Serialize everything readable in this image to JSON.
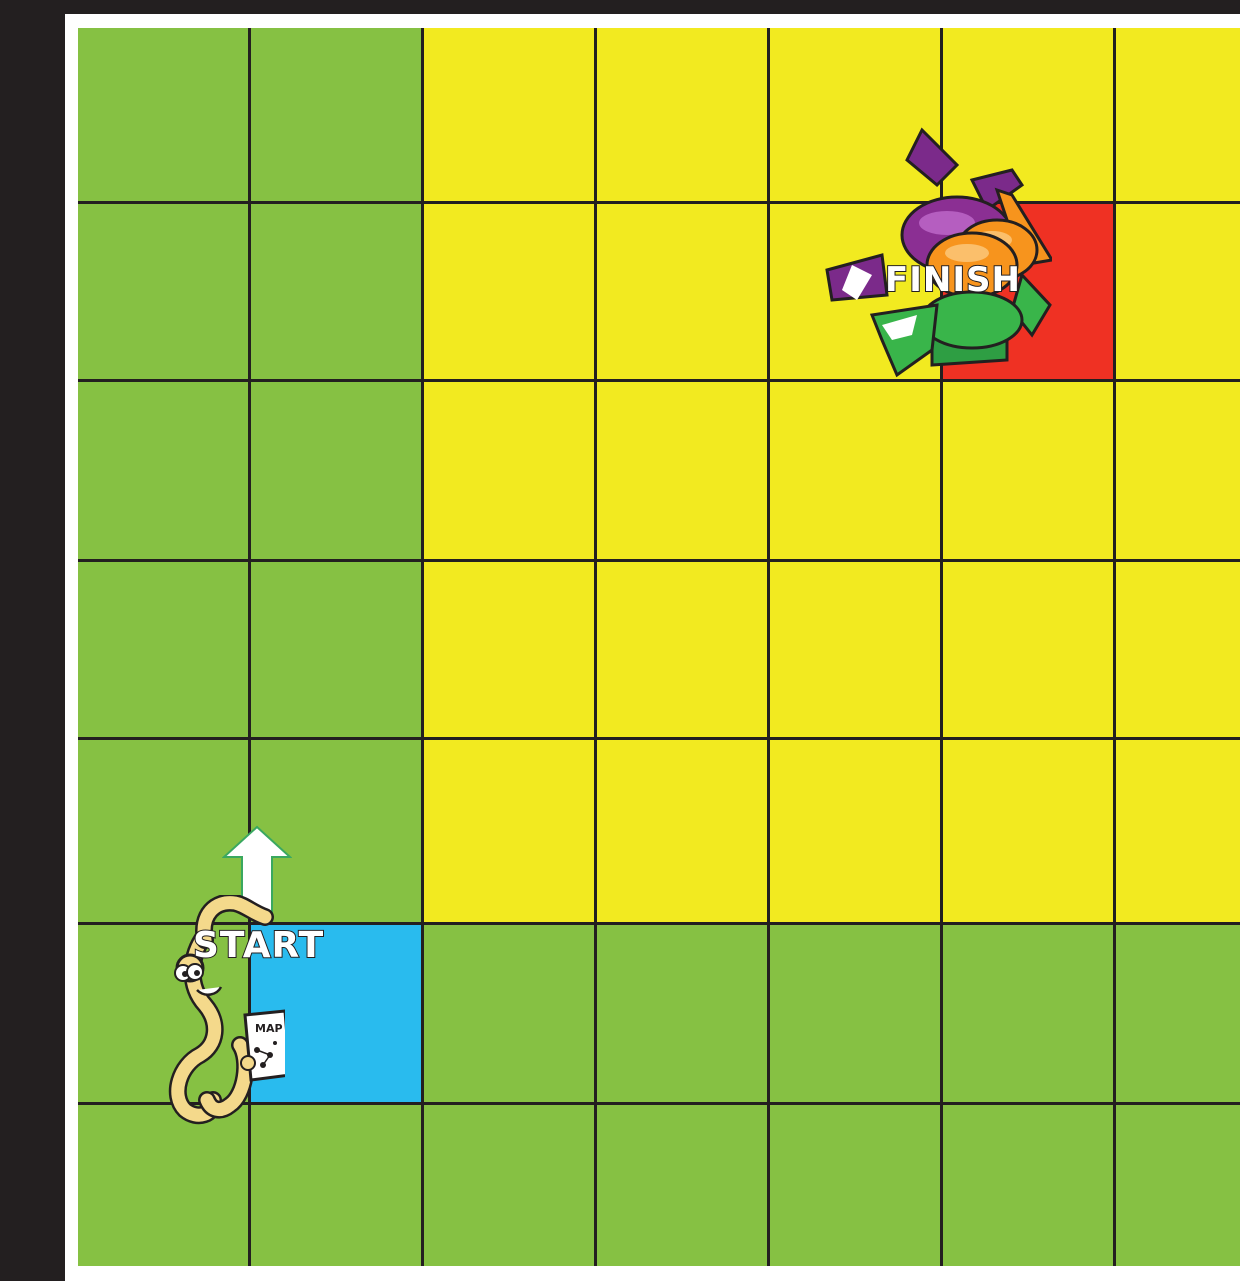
{
  "board": {
    "columns": 7,
    "rows": 7,
    "colors": {
      "green": "#86c143",
      "yellow": "#f2ea20",
      "start": "#29bbee",
      "finish": "#ef3123",
      "line": "#231f20"
    },
    "grid": [
      [
        "green",
        "green",
        "yellow",
        "yellow",
        "yellow",
        "yellow",
        "yellow"
      ],
      [
        "green",
        "green",
        "yellow",
        "yellow",
        "yellow",
        "finish",
        "yellow"
      ],
      [
        "green",
        "green",
        "yellow",
        "yellow",
        "yellow",
        "yellow",
        "yellow"
      ],
      [
        "green",
        "green",
        "yellow",
        "yellow",
        "yellow",
        "yellow",
        "yellow"
      ],
      [
        "green",
        "green",
        "yellow",
        "yellow",
        "yellow",
        "yellow",
        "yellow"
      ],
      [
        "green",
        "start",
        "green",
        "green",
        "green",
        "green",
        "green"
      ],
      [
        "green",
        "green",
        "green",
        "green",
        "green",
        "green",
        "green"
      ]
    ]
  },
  "start": {
    "label": "START",
    "row": 5,
    "col": 1,
    "direction": "up",
    "character": "worm-holding-map",
    "map_label": "MAP"
  },
  "finish": {
    "label": "FINISH",
    "row": 1,
    "col": 5,
    "decoration": "wrapped-candies"
  }
}
